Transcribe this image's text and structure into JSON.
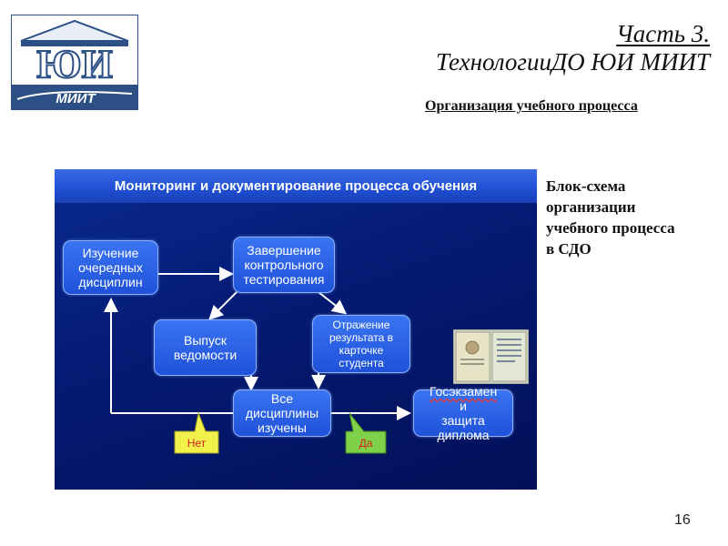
{
  "logo": {
    "letters": "ЮИ",
    "wordmark": "МИИТ",
    "brand_color": "#2c4f86"
  },
  "header": {
    "title_line1": "Часть 3.",
    "title_line2": "ТехнологииДО  ЮИ  МИИТ",
    "subtitle": "Организация учебного процесса"
  },
  "side_note": {
    "lines": [
      "Блок-схема",
      "организации",
      "учебного процесса",
      "в СДО"
    ]
  },
  "diagram": {
    "title": "Мониторинг и документирование процесса обучения",
    "boxes": {
      "study": [
        "Изучение",
        "очередных",
        "дисциплин"
      ],
      "testing": [
        "Завершение",
        "контрольного",
        "тестирования"
      ],
      "statement": [
        "Выпуск",
        "ведомости"
      ],
      "record": [
        "Отражение",
        "результата в",
        "карточке",
        "студента"
      ],
      "all_done": [
        "Все",
        "дисциплины",
        "изучены"
      ],
      "exam": [
        "Госэкзамен",
        " и",
        "защита",
        "диплома"
      ]
    },
    "callouts": {
      "no": "Нет",
      "yes": "Да"
    },
    "colors": {
      "box": "#2a5fe6",
      "background": "#051b7a",
      "header": "#2f5fe0",
      "no_callout": "#f2f04a",
      "yes_callout": "#7fd14a"
    }
  },
  "page_number": "16"
}
